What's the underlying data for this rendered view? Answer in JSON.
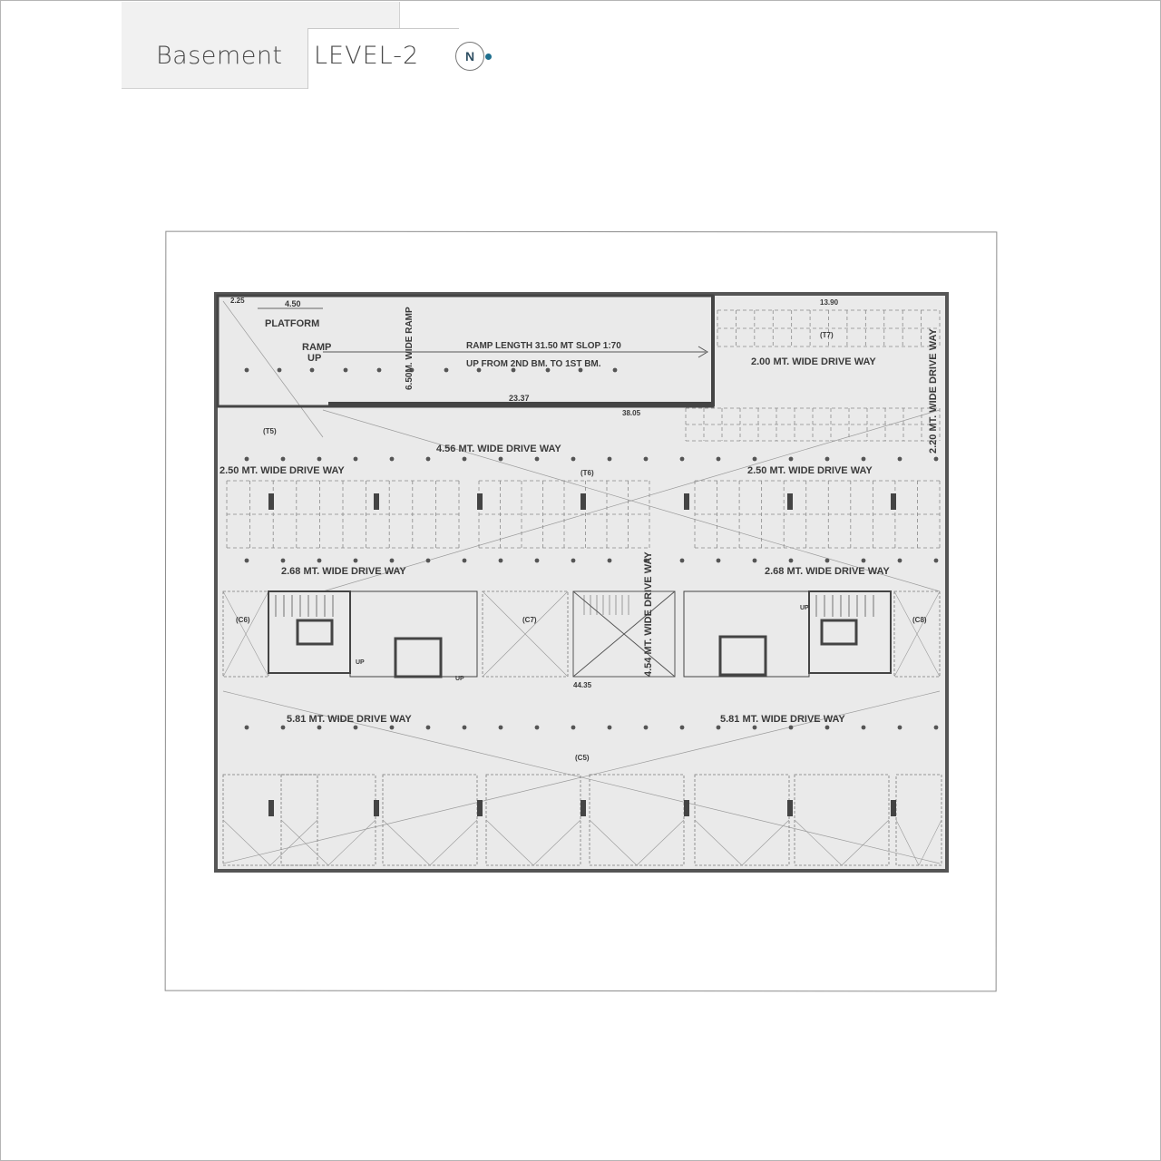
{
  "header": {
    "title": "Basement",
    "level": "LEVEL-2",
    "north_label": "N",
    "accent_color": "#1e6f8e"
  },
  "plan": {
    "platform": "PLATFORM",
    "ramp_up": "RAMP",
    "ramp_up_2": "UP",
    "wide_ramp": "6.50M. WIDE RAMP",
    "ramp_length": "RAMP LENGTH 31.50 MT SLOP 1:70",
    "ramp_direction": "UP FROM 2ND BM. TO 1ST BM.",
    "dim_450": "4.50",
    "dim_225": "2.25",
    "dim_2337": "23.37",
    "dim_3805": "38.05",
    "dim_1390": "13.90",
    "dim_4435": "44.35",
    "drive_200": "2.00 MT. WIDE DRIVE WAY",
    "drive_220": "2.20 MT. WIDE DRIVE WAY",
    "drive_456": "4.56 MT. WIDE DRIVE WAY",
    "drive_250_left": "2.50 MT. WIDE DRIVE WAY",
    "drive_250_right": "2.50 MT. WIDE DRIVE WAY",
    "drive_268_left": "2.68 MT. WIDE DRIVE WAY",
    "drive_268_right": "2.68 MT. WIDE DRIVE WAY",
    "drive_454": "4.54 MT. WIDE DRIVE WAY",
    "drive_581_left": "5.81 MT. WIDE DRIVE WAY",
    "drive_581_right": "5.81 MT. WIDE DRIVE WAY",
    "tag_t5": "(T5)",
    "tag_t6": "(T6)",
    "tag_t7": "(T7)",
    "tag_c5": "(C5)",
    "tag_c6": "(C6)",
    "tag_c7": "(C7)",
    "tag_c8": "(C8)",
    "up_1": "UP",
    "up_2": "UP",
    "up_3": "UP"
  }
}
